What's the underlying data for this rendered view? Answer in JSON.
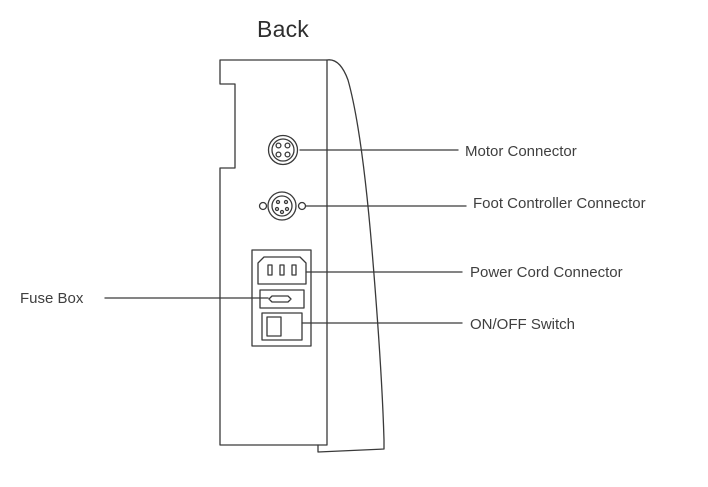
{
  "title": "Back",
  "labels": {
    "motor_connector": "Motor Connector",
    "foot_controller_connector": "Foot Controller Connector",
    "power_cord_connector": "Power Cord Connector",
    "on_off_switch": "ON/OFF Switch",
    "fuse_box": "Fuse Box"
  },
  "colors": {
    "line": "#3a3a3a",
    "text": "#3f3f3f",
    "background": "#ffffff"
  }
}
